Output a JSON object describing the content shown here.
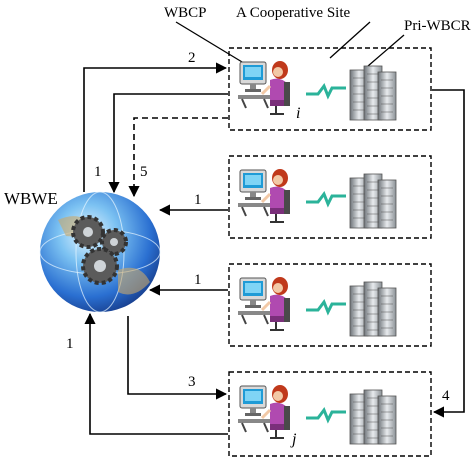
{
  "labels": {
    "wbcp": "WBCP",
    "cooperative_site": "A Cooperative Site",
    "pri_wbcr": "Pri-WBCR",
    "wbwe": "WBWE"
  },
  "site_markers": {
    "site_i": "i",
    "site_j": "j"
  },
  "arrow_labels": {
    "top_request": "2",
    "site_i_down": "1",
    "site_i_dashed": "5",
    "site2_to_wbwe": "1",
    "site3_to_wbwe": "1",
    "bottom_left_up": "1",
    "to_site_j": "3",
    "right_to_site_j": "4"
  },
  "colors": {
    "link_green": "#2bb39a",
    "arrow": "#000000",
    "box_border": "#000000",
    "globe_blue": "#2a6fd1",
    "gear_gray": "#5b5b5b",
    "person_shirt": "#b04ab0",
    "hair": "#c0391b",
    "server": "#9da3a8",
    "site_marker": "#3b55c9"
  }
}
